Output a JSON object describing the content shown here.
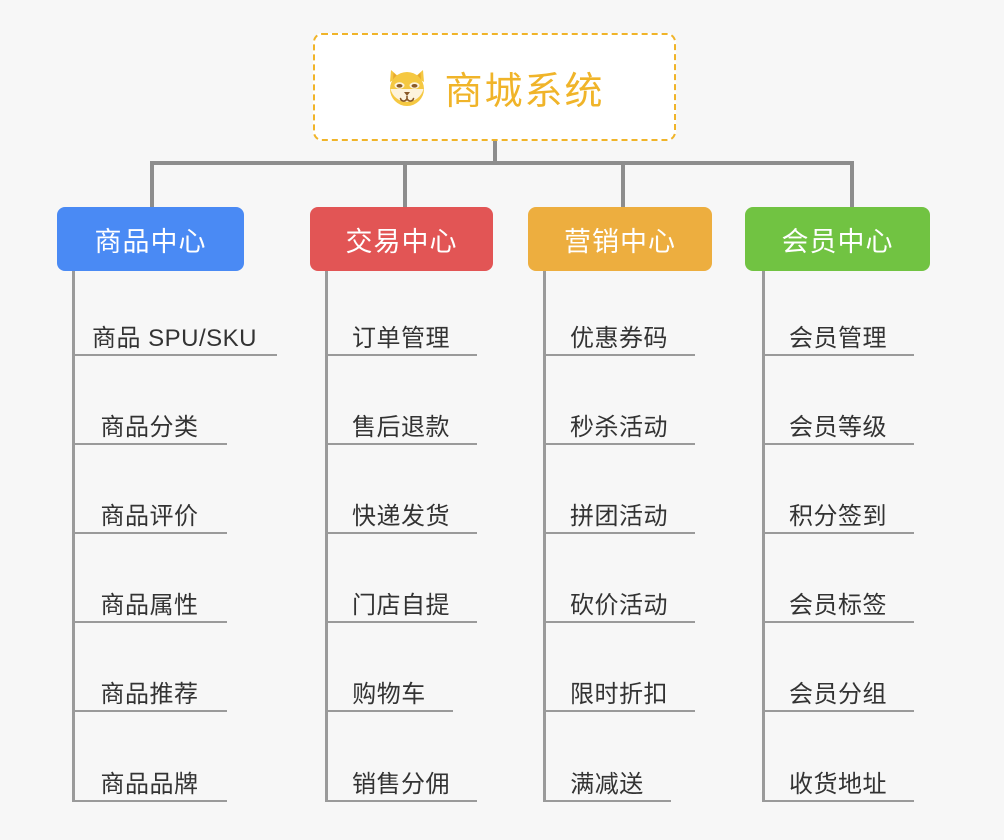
{
  "page": {
    "background_color": "#f7f7f7",
    "line_color": "#8d8d8d",
    "leaf_line_color": "#9a9a9a"
  },
  "root": {
    "title": "商城系统",
    "icon": "shiba-dog-face-icon",
    "text_color": "#f0b429",
    "border_color": "#f0b429",
    "background_color": "#ffffff"
  },
  "branches": [
    {
      "label": "商品中心",
      "color": "#4a8af4",
      "items": [
        "商品 SPU/SKU",
        "商品分类",
        "商品评价",
        "商品属性",
        "商品推荐",
        "商品品牌"
      ]
    },
    {
      "label": "交易中心",
      "color": "#e25555",
      "items": [
        "订单管理",
        "售后退款",
        "快递发货",
        "门店自提",
        "购物车",
        "销售分佣"
      ]
    },
    {
      "label": "营销中心",
      "color": "#edae3f",
      "items": [
        "优惠券码",
        "秒杀活动",
        "拼团活动",
        "砍价活动",
        "限时折扣",
        "满减送"
      ]
    },
    {
      "label": "会员中心",
      "color": "#71c342",
      "items": [
        "会员管理",
        "会员等级",
        "积分签到",
        "会员标签",
        "会员分组",
        "收货地址"
      ]
    }
  ]
}
